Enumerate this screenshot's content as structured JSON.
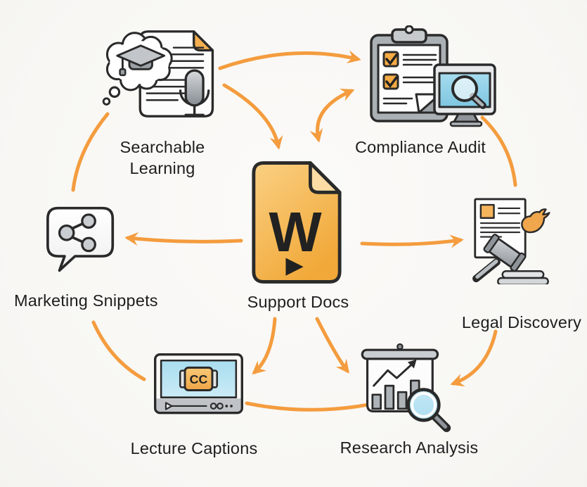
{
  "diagram": {
    "center": {
      "id": "support-docs",
      "label": "Support Docs",
      "icon": "word-video-document-icon",
      "doc_letter": "W",
      "doc_color_top": "#FAD083",
      "doc_color_bottom": "#F1A838"
    },
    "nodes": [
      {
        "id": "searchable-learning",
        "label": "Searchable Learning",
        "icon": "document-graduation-cap-microphone-icon"
      },
      {
        "id": "compliance-audit",
        "label": "Compliance Audit",
        "icon": "clipboard-checklist-monitor-magnifier-icon"
      },
      {
        "id": "legal-discovery",
        "label": "Legal Discovery",
        "icon": "document-gavel-bird-icon"
      },
      {
        "id": "marketing-snippets",
        "label": "Marketing Snippets",
        "icon": "speech-bubble-share-icon"
      },
      {
        "id": "lecture-captions",
        "label": "Lecture Captions",
        "icon": "monitor-cc-badge-icon",
        "badge_text": "CC"
      },
      {
        "id": "research-analysis",
        "label": "Research Analysis",
        "icon": "presentation-chart-magnifier-icon"
      }
    ],
    "edges": [
      {
        "from": "searchable-learning",
        "to": "compliance-audit",
        "arrowhead": "end"
      },
      {
        "from": "searchable-learning",
        "to": "support-docs",
        "arrowhead": "end"
      },
      {
        "from": "support-docs",
        "to": "compliance-audit",
        "arrowhead": "both"
      },
      {
        "from": "support-docs",
        "to": "legal-discovery",
        "arrowhead": "end"
      },
      {
        "from": "support-docs",
        "to": "marketing-snippets",
        "arrowhead": "end"
      },
      {
        "from": "support-docs",
        "to": "lecture-captions",
        "arrowhead": "end"
      },
      {
        "from": "support-docs",
        "to": "research-analysis",
        "arrowhead": "end"
      },
      {
        "from": "legal-discovery",
        "to": "research-analysis",
        "arrowhead": "end"
      },
      {
        "from": "compliance-audit",
        "to": "legal-discovery",
        "arrowhead": "none"
      },
      {
        "from": "searchable-learning",
        "to": "marketing-snippets",
        "arrowhead": "none"
      },
      {
        "from": "marketing-snippets",
        "to": "lecture-captions",
        "arrowhead": "none"
      },
      {
        "from": "lecture-captions",
        "to": "research-analysis",
        "arrowhead": "none"
      }
    ],
    "colors": {
      "arrow": "#F49C3E",
      "outline": "#2A2A2A",
      "accent_orange": "#F5AB44",
      "screen_blue": "#8FD0E8",
      "background": "#F9F8F6",
      "text": "#1E1E1E"
    }
  }
}
